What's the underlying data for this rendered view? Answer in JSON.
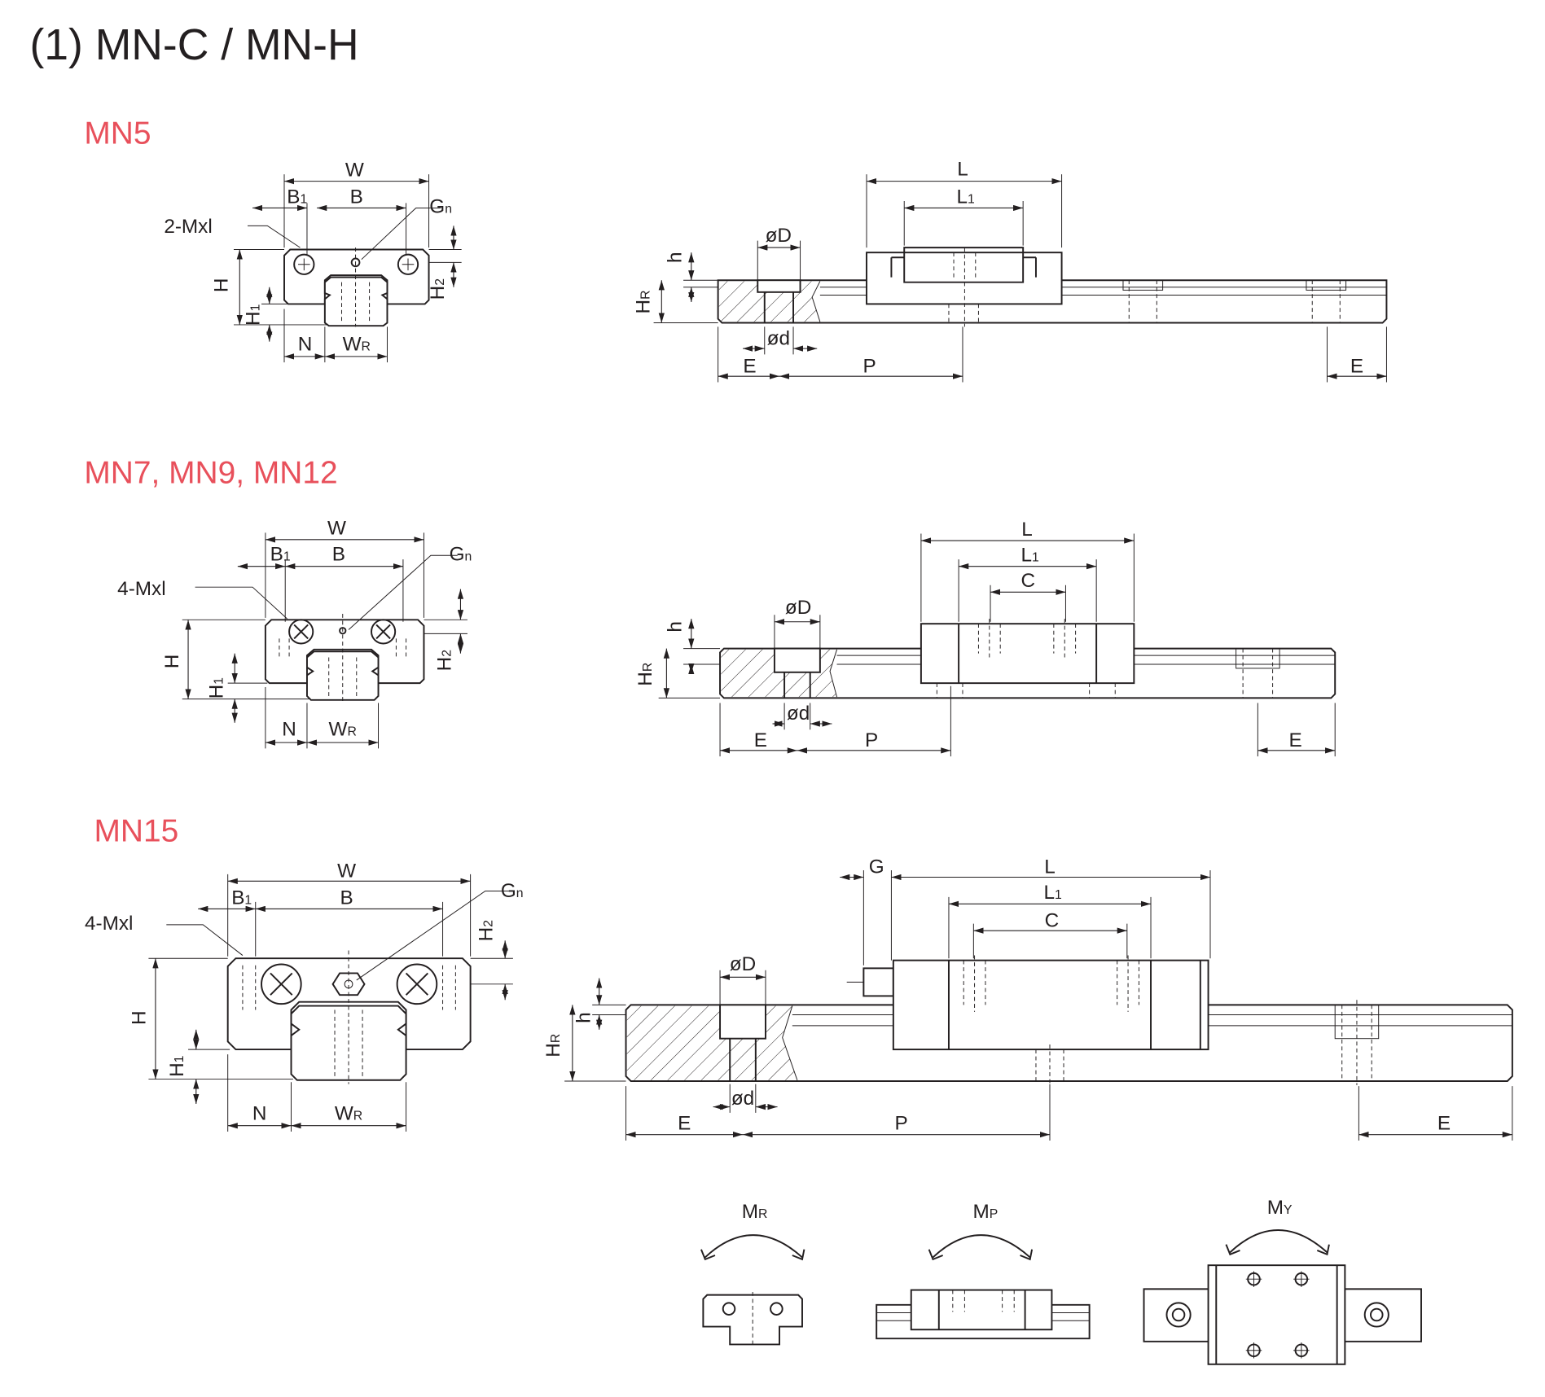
{
  "title": "(1) MN-C / MN-H",
  "accent_color": "#e8505b",
  "sections": {
    "mn5": "MN5",
    "mn7": "MN7, MN9, MN12",
    "mn15": "MN15"
  },
  "dims": {
    "W": [
      "W"
    ],
    "B": [
      "B"
    ],
    "B1": [
      "B",
      "1"
    ],
    "Gn": [
      "G",
      "n"
    ],
    "M2": [
      "2-Mxl"
    ],
    "M4": [
      "4-Mxl"
    ],
    "H": [
      "H"
    ],
    "H1": [
      "H",
      "1"
    ],
    "H2": [
      "H",
      "2"
    ],
    "N": [
      "N"
    ],
    "WR": [
      "W",
      "R"
    ],
    "L": [
      "L"
    ],
    "L1": [
      "L",
      "1"
    ],
    "C": [
      "C"
    ],
    "D": [
      "øD"
    ],
    "d": [
      "ød"
    ],
    "h": [
      "h"
    ],
    "HR": [
      "H",
      "R"
    ],
    "E": [
      "E"
    ],
    "P": [
      "P"
    ],
    "G": [
      "G"
    ]
  },
  "moments": {
    "MR": [
      "M",
      "R"
    ],
    "MP": [
      "M",
      "P"
    ],
    "MY": [
      "M",
      "Y"
    ]
  }
}
